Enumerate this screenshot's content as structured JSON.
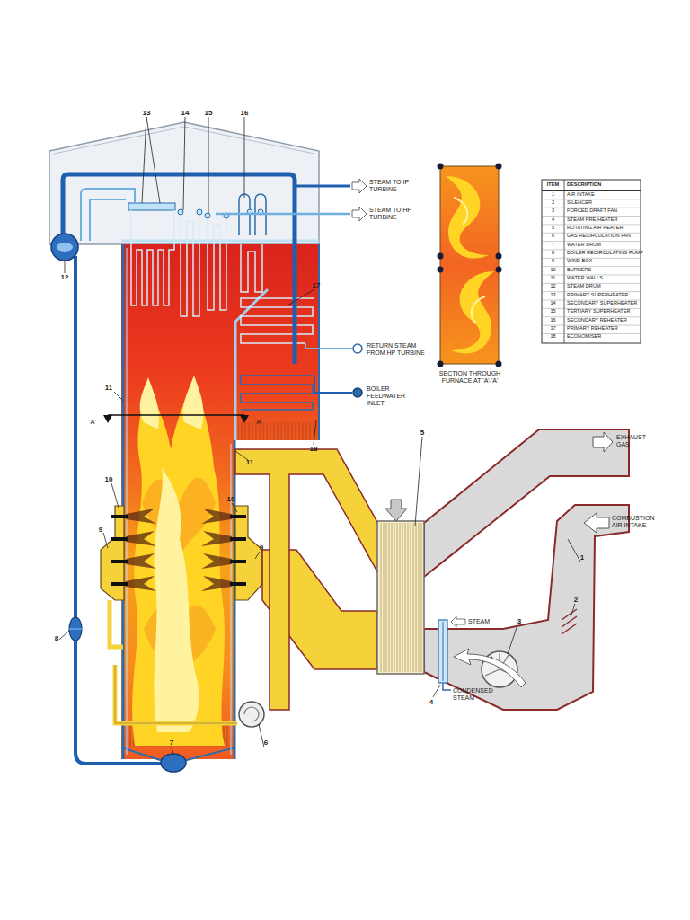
{
  "diagram": {
    "labels": [
      "13",
      "14",
      "15",
      "16",
      "STEAM TO IP TURBINE",
      "STEAM TO HP TURBINE",
      "12",
      "17",
      "11",
      "RETURN STEAM FROM HP TURBINE",
      "BOILER FEEDWATER INLET",
      "'A'",
      "'A'",
      "18",
      "11",
      "10",
      "10",
      "9",
      "9",
      "5",
      "EXHAUST GAS",
      "COMBUSTION AIR INTAKE",
      "1",
      "2",
      "3",
      "8",
      "STEAM",
      "4",
      "CONDENSED STEAM",
      "7",
      "6",
      "SECTION THROUGH FURNACE AT 'A'-'A'",
      "ITEM",
      "DESCRIPTION",
      "1",
      "AIR INTAKE",
      "2",
      "SILENCER",
      "3",
      "FORCED DRAFT FAN",
      "4",
      "STEAM PRE-HEATER",
      "5",
      "ROTATING AIR HEATER",
      "6",
      "GAS RECIRCULATION FAN",
      "7",
      "WATER DRUM",
      "8",
      "BOILER RECIRCULATING PUMP",
      "9",
      "WIND BOX",
      "10",
      "BURNERS",
      "11",
      "WATER WALLS",
      "12",
      "STEAM DRUM",
      "13",
      "PRIMARY SUPERHEATER",
      "14",
      "SECONDARY SUPERHEATER",
      "15",
      "TERTIARY SUPERHEATER",
      "16",
      "SECONDARY REHEATER",
      "17",
      "PRIMARY REHEATER",
      "18",
      "ECONOMISER"
    ]
  }
}
